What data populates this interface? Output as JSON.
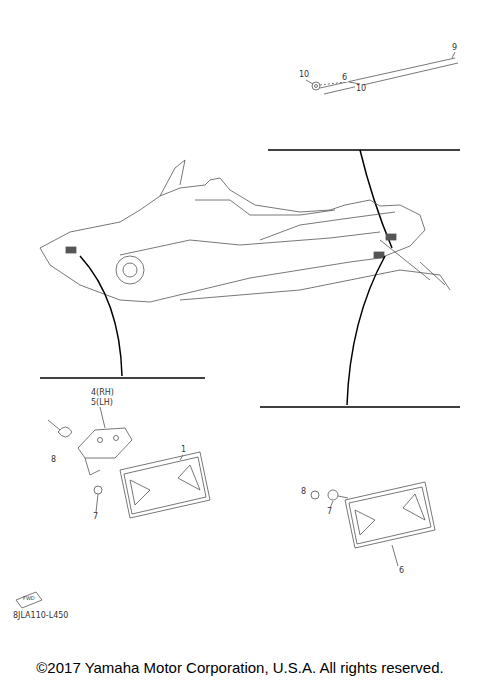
{
  "diagram": {
    "caption": "©2017 Yamaha Motor Corporation, U.S.A. All rights reserved.",
    "labels": [
      "9",
      "10",
      "6",
      "10",
      "4(RH)",
      "5(LH)",
      "1",
      "8",
      "7",
      "8",
      "7",
      "6",
      "FWD",
      "8JLA110-L450"
    ]
  }
}
